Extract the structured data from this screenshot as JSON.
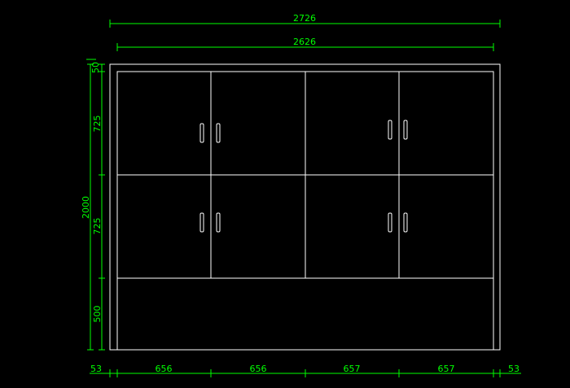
{
  "colors": {
    "background": "#000000",
    "outline": "#ffffff",
    "dimension": "#00ff00"
  },
  "dimensions": {
    "overall_width": "2726",
    "inner_width": "2626",
    "overall_height": "2000",
    "top_rail": "50",
    "upper_row": "725",
    "middle_row": "725",
    "bottom_section": "500",
    "left_side": "53",
    "col1": "656",
    "col2": "656",
    "col3": "657",
    "col4": "657",
    "right_side": "53"
  }
}
